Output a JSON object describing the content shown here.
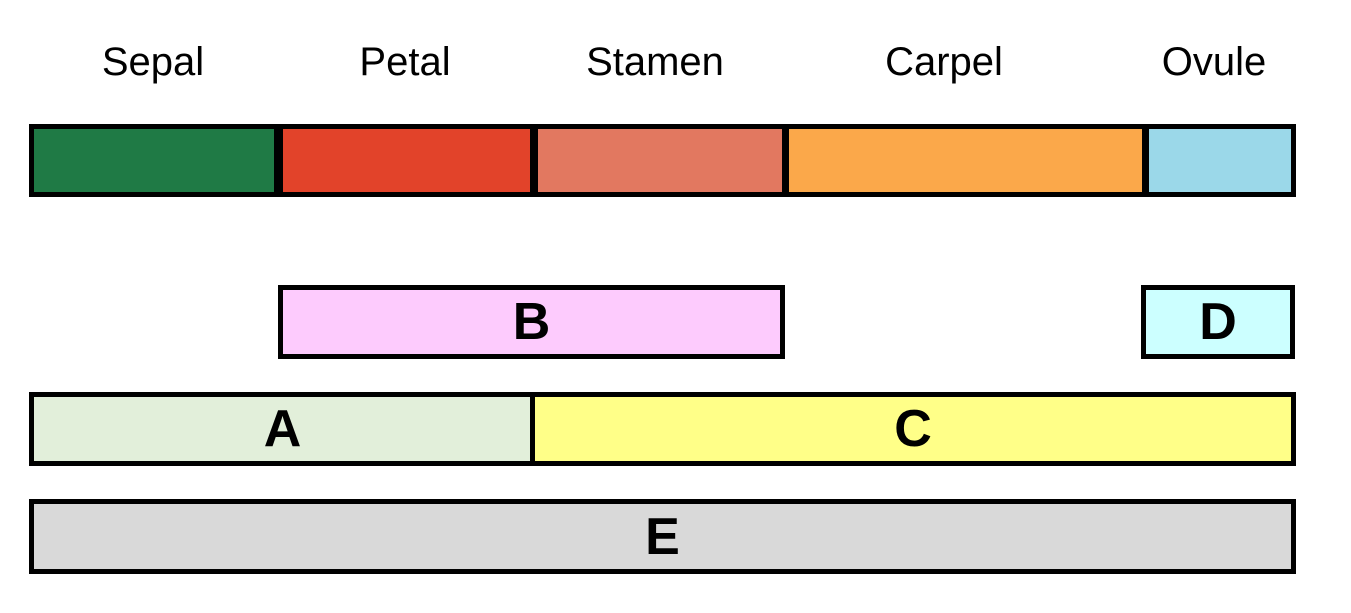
{
  "organs": [
    {
      "label": "Sepal",
      "color": "#1f7a45"
    },
    {
      "label": "Petal",
      "color": "#e2432a"
    },
    {
      "label": "Stamen",
      "color": "#e27860"
    },
    {
      "label": "Carpel",
      "color": "#fba84a"
    },
    {
      "label": "Ovule",
      "color": "#9bd8e9"
    }
  ],
  "genes": {
    "B": {
      "label": "B",
      "color": "#fdcbfd"
    },
    "D": {
      "label": "D",
      "color": "#ccffff"
    },
    "A": {
      "label": "A",
      "color": "#e2efda"
    },
    "C": {
      "label": "C",
      "color": "#ffff88"
    },
    "E": {
      "label": "E",
      "color": "#d9d9d9"
    }
  }
}
